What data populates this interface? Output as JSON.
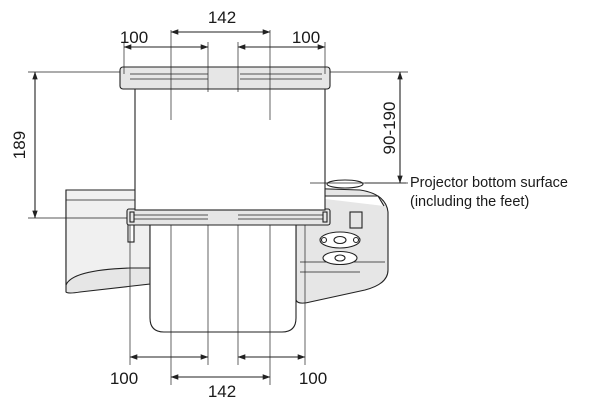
{
  "dimensions": {
    "top_left_width": "100",
    "top_center_width": "142",
    "top_right_width": "100",
    "bottom_left_width": "100",
    "bottom_center_width": "142",
    "bottom_right_width": "100",
    "overall_height": "189",
    "adjustable_height": "90-190"
  },
  "callout": {
    "line1": "Projector bottom surface",
    "line2": "(including the feet)"
  }
}
